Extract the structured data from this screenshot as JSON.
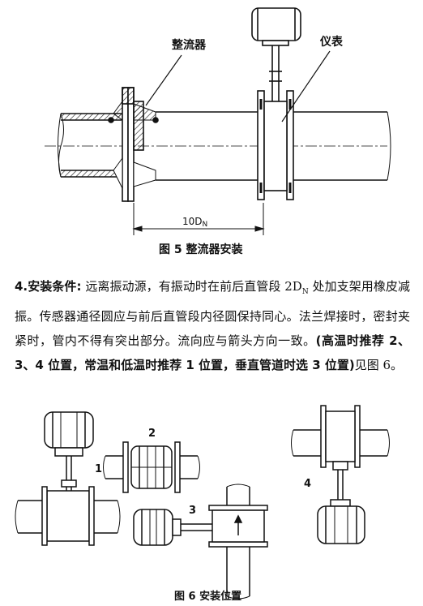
{
  "fig5": {
    "label_rectifier": "整流器",
    "label_meter": "仪表",
    "dim_label": "10D",
    "dim_sub": "N",
    "caption": "图 5 整流器安装"
  },
  "para": {
    "lead": "4.安装条件:",
    "text1": " 远离振动源，有振动时在前后直管段 2D",
    "sub": "N",
    "text2": " 处加支架用橡皮减振。传感器通径圆应与前后直管段内径圆保持同心。法兰焊接时，密封夹紧时，管内不得有突出部分。流向应与箭头方向一致。",
    "bold": "(高温时推荐 2、3、4 位置，常温和低温时推荐 1 位置，垂直管道时选 3 位置)",
    "text3": "见图 6。"
  },
  "fig6": {
    "pos1": "1",
    "pos2": "2",
    "pos3": "3",
    "pos4": "4",
    "caption": "图 6 安装位置"
  }
}
